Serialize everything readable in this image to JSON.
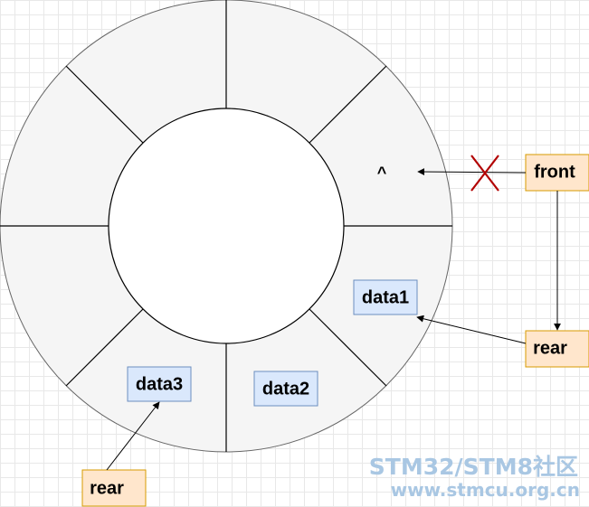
{
  "caret": "^",
  "pointers": {
    "front": "front",
    "rear_right": "rear",
    "rear_bottom": "rear"
  },
  "cells": {
    "data1": "data1",
    "data2": "data2",
    "data3": "data3"
  },
  "watermark": {
    "line1": "STM32/STM8社区",
    "line2": "www.stmcu.org.cn"
  },
  "colors": {
    "ring_fill": "#f5f5f5",
    "data_box_fill": "#dae8fc",
    "data_box_stroke": "#6c8ebf",
    "pointer_box_fill": "#ffe6cc",
    "pointer_box_stroke": "#d79b00",
    "cross": "#b20000"
  }
}
